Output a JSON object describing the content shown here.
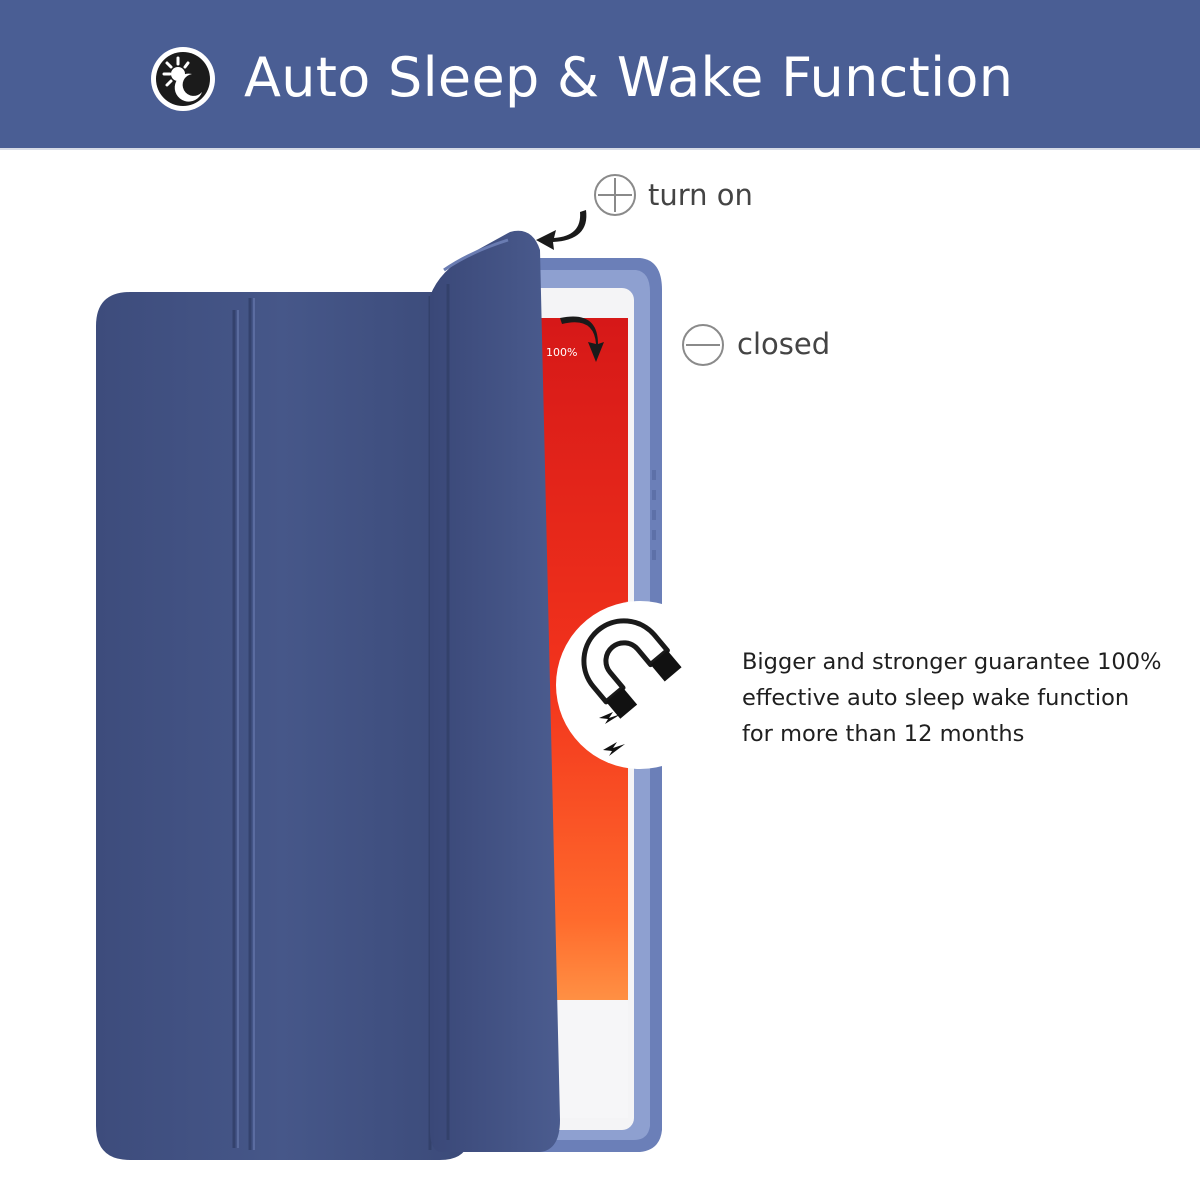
{
  "banner": {
    "title": "Auto Sleep & Wake Function",
    "background": "#4a5e94",
    "icon": "sleep-wake-icon"
  },
  "labels": {
    "turn_on": "turn on",
    "closed": "closed"
  },
  "feature": {
    "icon": "magnet-icon",
    "lines": [
      "Bigger and stronger guarantee 100%",
      "effective auto sleep wake function",
      "for more than 12 months"
    ]
  },
  "screen": {
    "status_text": "100%"
  },
  "colors": {
    "case": "#3f4f80",
    "bumper": "#6f83bd",
    "screen_top": "#e01e1e",
    "screen_bottom": "#ff7a3a"
  }
}
